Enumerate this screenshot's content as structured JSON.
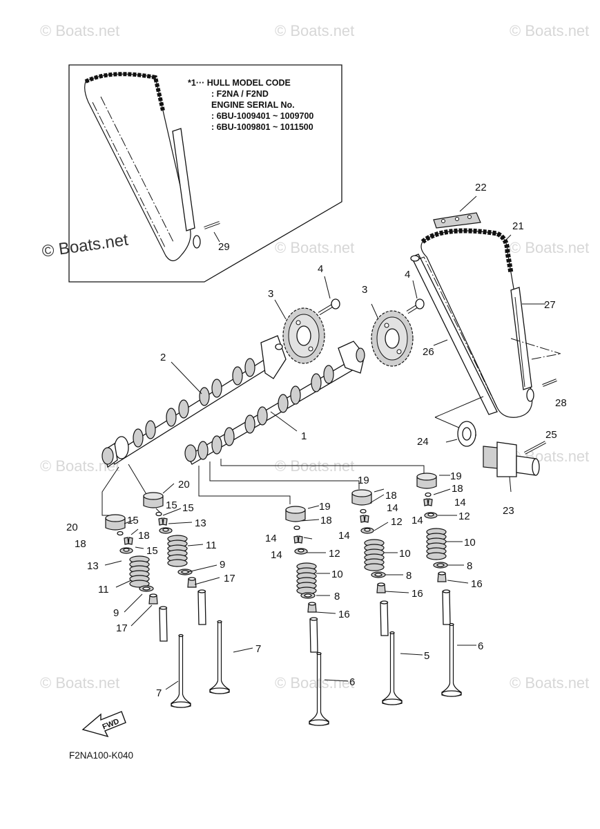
{
  "watermarks": [
    "© Boats.net",
    "© Boats.net",
    "© Boats.net",
    "© Boats.net",
    "© Boats.net",
    "© Boats.net",
    "© Boats.net",
    "© Boats.net",
    "© Boats.net",
    "© Boats.net",
    "© Boats.net"
  ],
  "inset_watermark": "© Boats.net",
  "inset_note": {
    "line1": "*1··· HULL MODEL CODE",
    "line2": ": F2NA / F2ND",
    "line3": "ENGINE SERIAL No.",
    "line4": ": 6BU-1009401 ~ 1009700",
    "line5": ": 6BU-1009801 ~ 1011500"
  },
  "callouts": [
    "29",
    "22",
    "21",
    "4",
    "3",
    "4",
    "3",
    "27",
    "2",
    "26",
    "28",
    "1",
    "25",
    "24",
    "23",
    "20",
    "19",
    "19",
    "19",
    "15",
    "15",
    "18",
    "18",
    "18",
    "18",
    "14",
    "14",
    "14",
    "14",
    "14",
    "14",
    "13",
    "13",
    "12",
    "12",
    "12",
    "11",
    "11",
    "10",
    "10",
    "10",
    "9",
    "9",
    "17",
    "17",
    "8",
    "8",
    "8",
    "16",
    "16",
    "16",
    "15",
    "7",
    "7",
    "5",
    "6",
    "6",
    "20",
    "18",
    "15"
  ],
  "fwd_label": "FWD",
  "diagram_code": "F2NA100-K040"
}
